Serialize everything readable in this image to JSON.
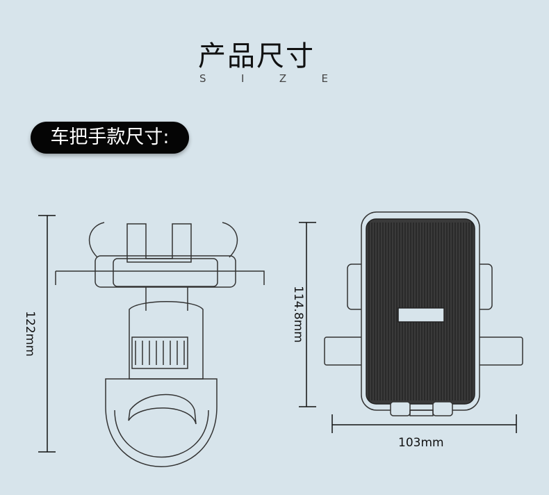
{
  "header": {
    "title": "产品尺寸",
    "subtitle_letters": [
      "S",
      "I",
      "Z",
      "E"
    ]
  },
  "section_label": "车把手款尺寸:",
  "dimensions": {
    "side_height": "122mm",
    "front_height": "114.8mm",
    "front_width": "103mm"
  }
}
